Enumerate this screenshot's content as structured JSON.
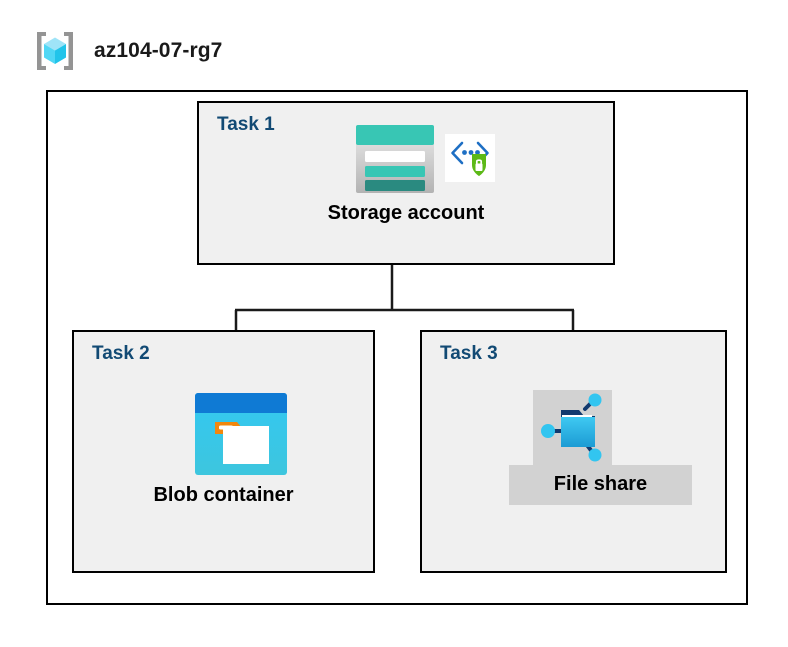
{
  "header": {
    "resource_group_name": "az104-07-rg7",
    "icon": "resource-group-cube-icon"
  },
  "diagram": {
    "type": "hierarchy",
    "container_label": "az104-07-rg7",
    "nodes": [
      {
        "id": "task1",
        "task_label": "Task 1",
        "caption": "Storage account",
        "icons": [
          "storage-account-icon",
          "secure-transfer-shield-icon"
        ]
      },
      {
        "id": "task2",
        "task_label": "Task 2",
        "caption": "Blob container",
        "icons": [
          "blob-container-icon"
        ]
      },
      {
        "id": "task3",
        "task_label": "Task 3",
        "caption": "File share",
        "icons": [
          "file-share-icon"
        ],
        "highlighted": true
      }
    ],
    "edges": [
      {
        "from": "task1",
        "to": "task2"
      },
      {
        "from": "task1",
        "to": "task3"
      }
    ]
  },
  "colors": {
    "border": "#000000",
    "task_fill": "#f0f0f0",
    "canvas": "#ffffff",
    "task_label": "#124a74",
    "caption": "#000000",
    "highlight": "#d2d2d2",
    "storage_teal": "#38c6b4",
    "storage_teal_dark": "#2a8a80",
    "blob_blue": "#0f7ad4",
    "blob_cyan": "#32c5ee",
    "blob_orange": "#f2870d",
    "fileshare_cyan": "#32c5f0",
    "fileshare_navy": "#123a6e",
    "shield_green": "#5cb породы"
  }
}
